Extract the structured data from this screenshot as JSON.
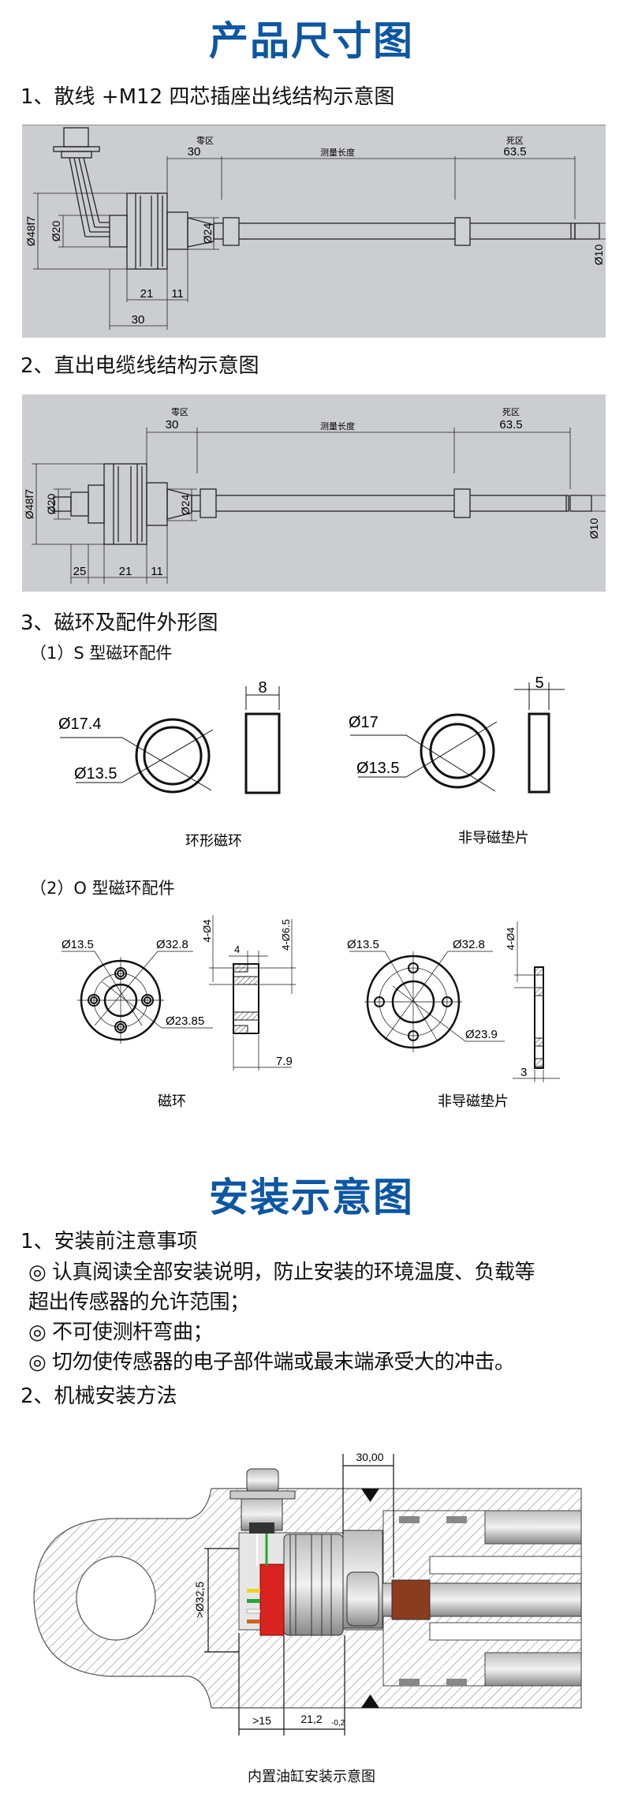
{
  "dimensions_section": {
    "title": "产品尺寸图",
    "heading1": "1、散线 +M12 四芯插座出线结构示意图",
    "drawing1": {
      "zero_zone": "零区",
      "zero_len": "30",
      "measure_len": "测量长度",
      "dead_zone": "死区",
      "dead_len": "63.5",
      "d48": "Ø48f7",
      "d20": "Ø20",
      "d24": "Ø24",
      "d10": "Ø10",
      "w21": "21",
      "w11": "11",
      "w30": "30"
    },
    "heading2": "2、直出电缆线结构示意图",
    "drawing2": {
      "zero_zone": "零区",
      "zero_len": "30",
      "measure_len": "测量长度",
      "dead_zone": "死区",
      "dead_len": "63.5",
      "d48": "Ø48f7",
      "d20": "Ø20",
      "d24": "Ø24",
      "d10": "Ø10",
      "w25": "25",
      "w21": "21",
      "w11": "11"
    },
    "heading3": "3、磁环及配件外形图",
    "s_type": {
      "label": "（1）S 型磁环配件",
      "ring": {
        "outer": "Ø17.4",
        "inner": "Ø13.5",
        "width": "8",
        "caption": "环形磁环"
      },
      "spacer": {
        "outer": "Ø17",
        "inner": "Ø13.5",
        "width": "5",
        "caption": "非导磁垫片"
      }
    },
    "o_type": {
      "label": "（2）O 型磁环配件",
      "ring": {
        "inner": "Ø13.5",
        "outer": "Ø32.8",
        "pcd": "Ø23.85",
        "holes": "4-Ø4",
        "cbore": "4-Ø6.5",
        "depth": "4",
        "width": "7.9",
        "caption": "磁环"
      },
      "spacer": {
        "inner": "Ø13.5",
        "outer": "Ø32.8",
        "pcd": "Ø23.9",
        "holes": "4-Ø4",
        "width": "3",
        "caption": "非导磁垫片"
      }
    }
  },
  "install_section": {
    "title": "安装示意图",
    "notes_heading": "1、安装前注意事项",
    "notes": [
      "◎ 认真阅读全部安装说明，防止安装的环境温度、负载等",
      "超出传感器的允许范围；",
      "◎ 不可使测杆弯曲；",
      "◎ 切勿使传感器的电子部件端或最末端承受大的冲击。"
    ],
    "method_heading": "2、机械安装方法",
    "drawing": {
      "dim_top": "30,00",
      "dim_bore": ">Ø32,5",
      "dim_min": ">15",
      "dim_len": "21,2",
      "dim_tol": "-0,2",
      "caption": "内置油缸安装示意图"
    },
    "colors": {
      "title_blue": "#0d56a3",
      "drawing_bg": "#cccdd1"
    }
  }
}
